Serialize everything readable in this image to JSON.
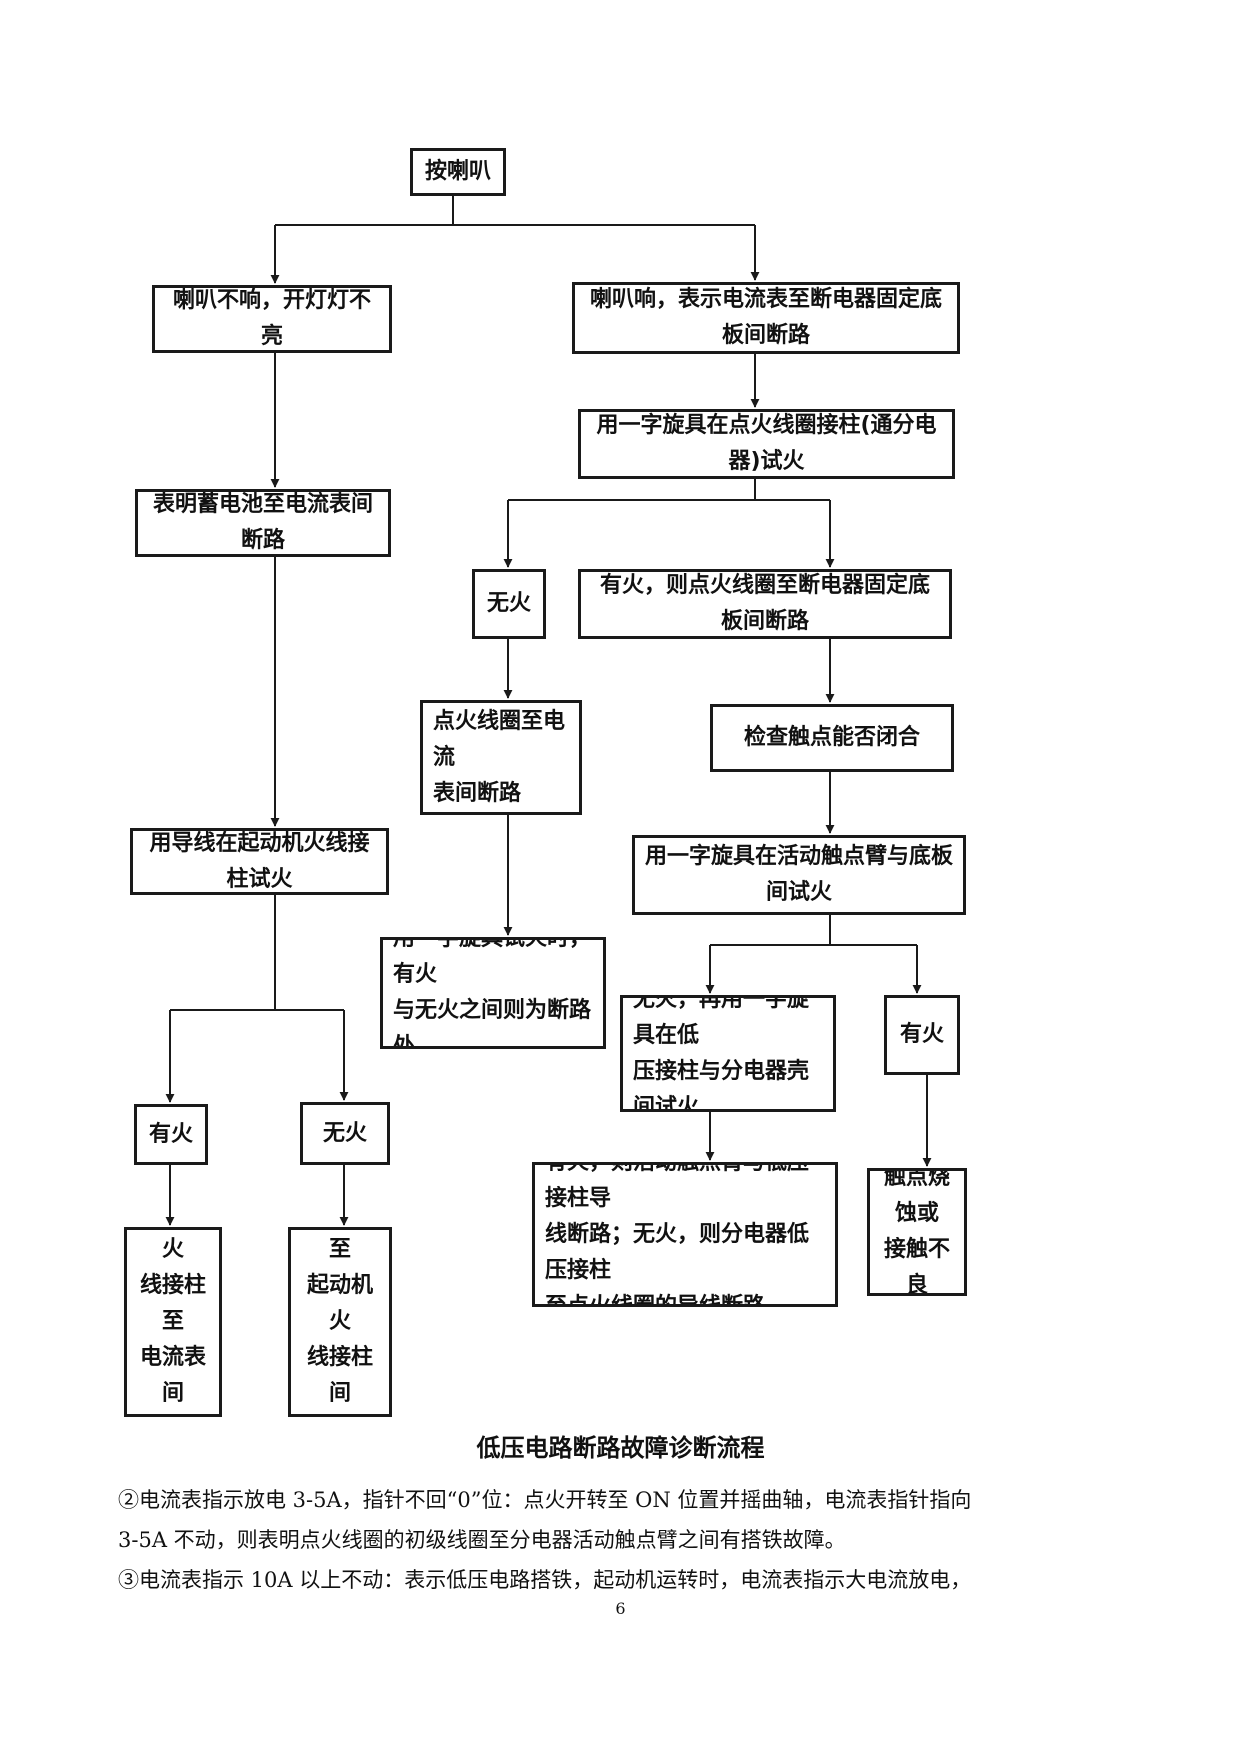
{
  "diagram": {
    "nodes": {
      "press_horn": "按喇叭",
      "no_horn_no_light": "喇叭不响，开灯灯不亮",
      "horn_sounds": "喇叭响，表示电流表至断电器固定底板间断路",
      "test_coil_post": "用一字旋具在点火线圈接柱(通分电器)试火",
      "battery_to_ammeter": "表明蓄电池至电流表间断路",
      "no_spark_1": "无火",
      "spark_1": "有火，则点火线圈至断电器固定底板间断路",
      "coil_to_ammeter": "点火线圈至电流\n表间断路",
      "check_contacts": "检查触点能否闭合",
      "test_starter_post": "用导线在起动机火线接柱试火",
      "test_arm_base": "用一字旋具在活动触点臂与底板间试火",
      "screwdriver_break": "用一字旋具试火时，有火\n与无火之间则为断路处",
      "no_spark_2": "无火，再用一字旋具在低\n压接柱与分电器壳间试火",
      "spark_2": "有火",
      "spark_3": "有火",
      "no_spark_3": "无火",
      "arm_lowvolt_break": "有火，则活动触点臂与低压接柱导\n线断路；无火，则分电器低压接柱\n至点火线圈的导线断路",
      "contacts_burnt": "触点烧蚀或\n接触不良",
      "starter_to_ammeter": "起动机火\n线接柱至\n电流表间\n断路",
      "battery_to_starter": "蓄电池至\n起动机火\n线接柱间\n断路"
    },
    "caption": "低压电路断路故障诊断流程"
  },
  "text": {
    "para1_line1": "②电流表指示放电 3-5A，指针不回“0”位：点火开转至 ON 位置并摇曲轴，电流表指针指向",
    "para1_line2": "3-5A 不动，则表明点火线圈的初级线圈至分电器活动触点臂之间有搭铁故障。",
    "para2_line1": "③电流表指示 10A 以上不动：表示低压电路搭铁，起动机运转时，电流表指示大电流放电，"
  },
  "page_number": "6"
}
